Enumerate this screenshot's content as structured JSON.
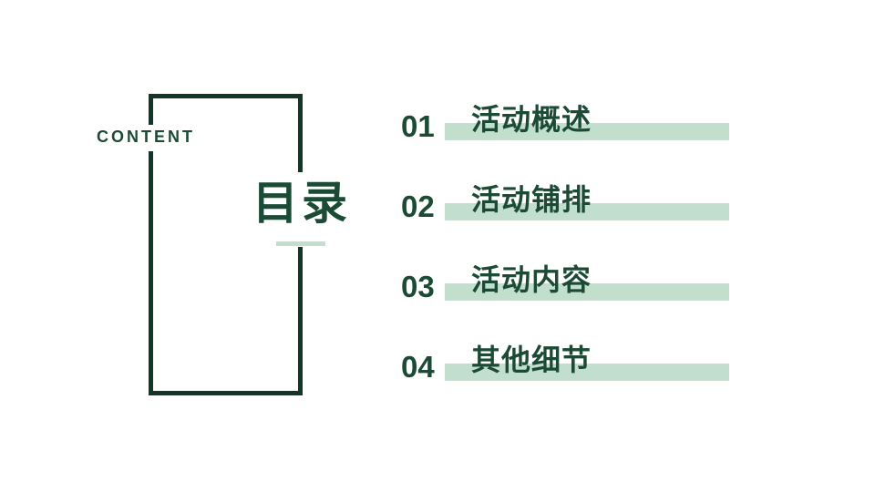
{
  "slide": {
    "subtitle": "CONTENT",
    "title": "目录",
    "colors": {
      "dark_green": "#123726",
      "text_green": "#1b4a35",
      "light_green": "#c2dfcd"
    }
  },
  "toc": {
    "items": [
      {
        "number": "01",
        "label": "活动概述"
      },
      {
        "number": "02",
        "label": "活动铺排"
      },
      {
        "number": "03",
        "label": "活动内容"
      },
      {
        "number": "04",
        "label": "其他细节"
      }
    ]
  }
}
